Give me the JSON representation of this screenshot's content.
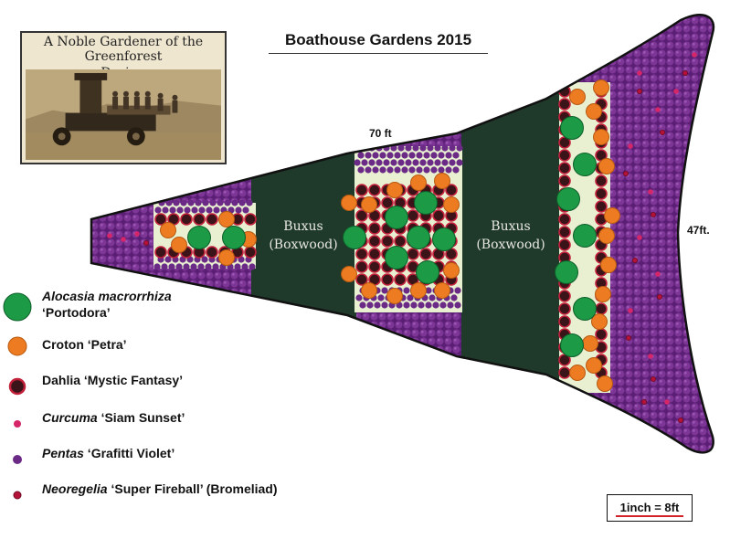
{
  "header": {
    "title": "Boathouse Gardens 2015",
    "badge_line1": "A Noble Gardener of the Greenforest",
    "badge_line2": "Design"
  },
  "dimensions": {
    "width": "70 ft",
    "height": "47ft."
  },
  "beds": {
    "buxus_line1": "Buxus",
    "buxus_line2": "(Boxwood)"
  },
  "legend": [
    {
      "italic": "Alocasia macrorrhiza",
      "plain": "",
      "line2": "‘Portodora’",
      "symbol": "alocasia",
      "color": "#1c9a45"
    },
    {
      "italic": "",
      "plain": "Croton ‘Petra’",
      "line2": "",
      "symbol": "croton",
      "color": "#ec7b22"
    },
    {
      "italic": "",
      "plain": "Dahlia ‘Mystic Fantasy’",
      "line2": "",
      "symbol": "dahlia",
      "color": "#3a1419"
    },
    {
      "italic": "Curcuma",
      "plain": " ‘Siam Sunset’",
      "line2": "",
      "symbol": "curcuma",
      "color": "#d6266a"
    },
    {
      "italic": "Pentas",
      "plain": " ‘Grafitti Violet’",
      "line2": "",
      "symbol": "pentas",
      "color": "#6a2a86"
    },
    {
      "italic": "Neoregelia",
      "plain": " ‘Super Fireball’ (Bromeliad)",
      "line2": "",
      "symbol": "neoregelia",
      "color": "#b5123a"
    }
  ],
  "scale": {
    "label": "1inch = 8ft"
  },
  "colors": {
    "boxwood": "#1f3a2a",
    "bed": "#e9f0d2",
    "outline": "#111111"
  }
}
